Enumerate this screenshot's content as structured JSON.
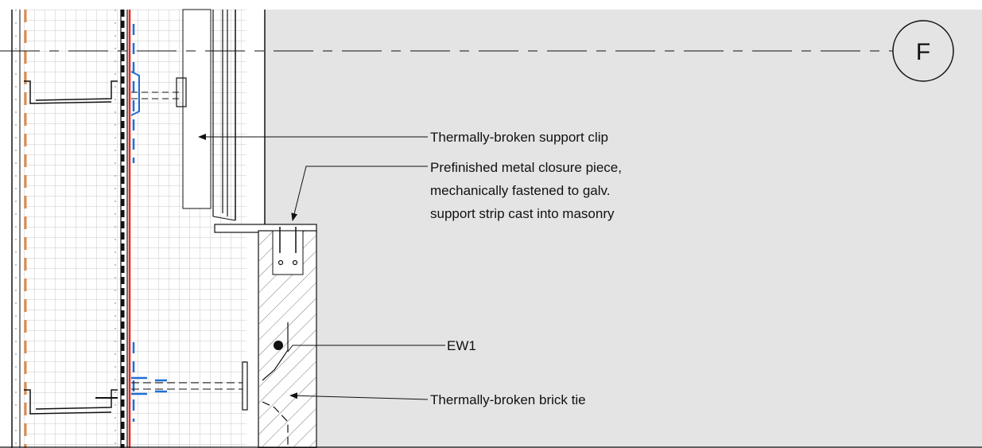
{
  "grid_marker": {
    "label": "F"
  },
  "annotations": {
    "support_clip": "Thermally-broken support clip",
    "closure_piece": [
      "Prefinished metal closure piece,",
      "mechanically fastened to galv.",
      "support strip cast into masonry"
    ],
    "ew1": "EW1",
    "brick_tie": "Thermally-broken brick tie"
  },
  "colors": {
    "background_panel": "#e4e4e4",
    "line": "#111111",
    "insulation_orange": "#e08a4a",
    "air_barrier_red": "#e0271f",
    "membrane_blue": "#1f6fd6",
    "grid_lines": "#c9c9c9"
  },
  "icons": [
    "grid-bubble-icon",
    "leader-arrow-icon",
    "anchor-bolt-icon",
    "hatch-pattern-icon"
  ]
}
